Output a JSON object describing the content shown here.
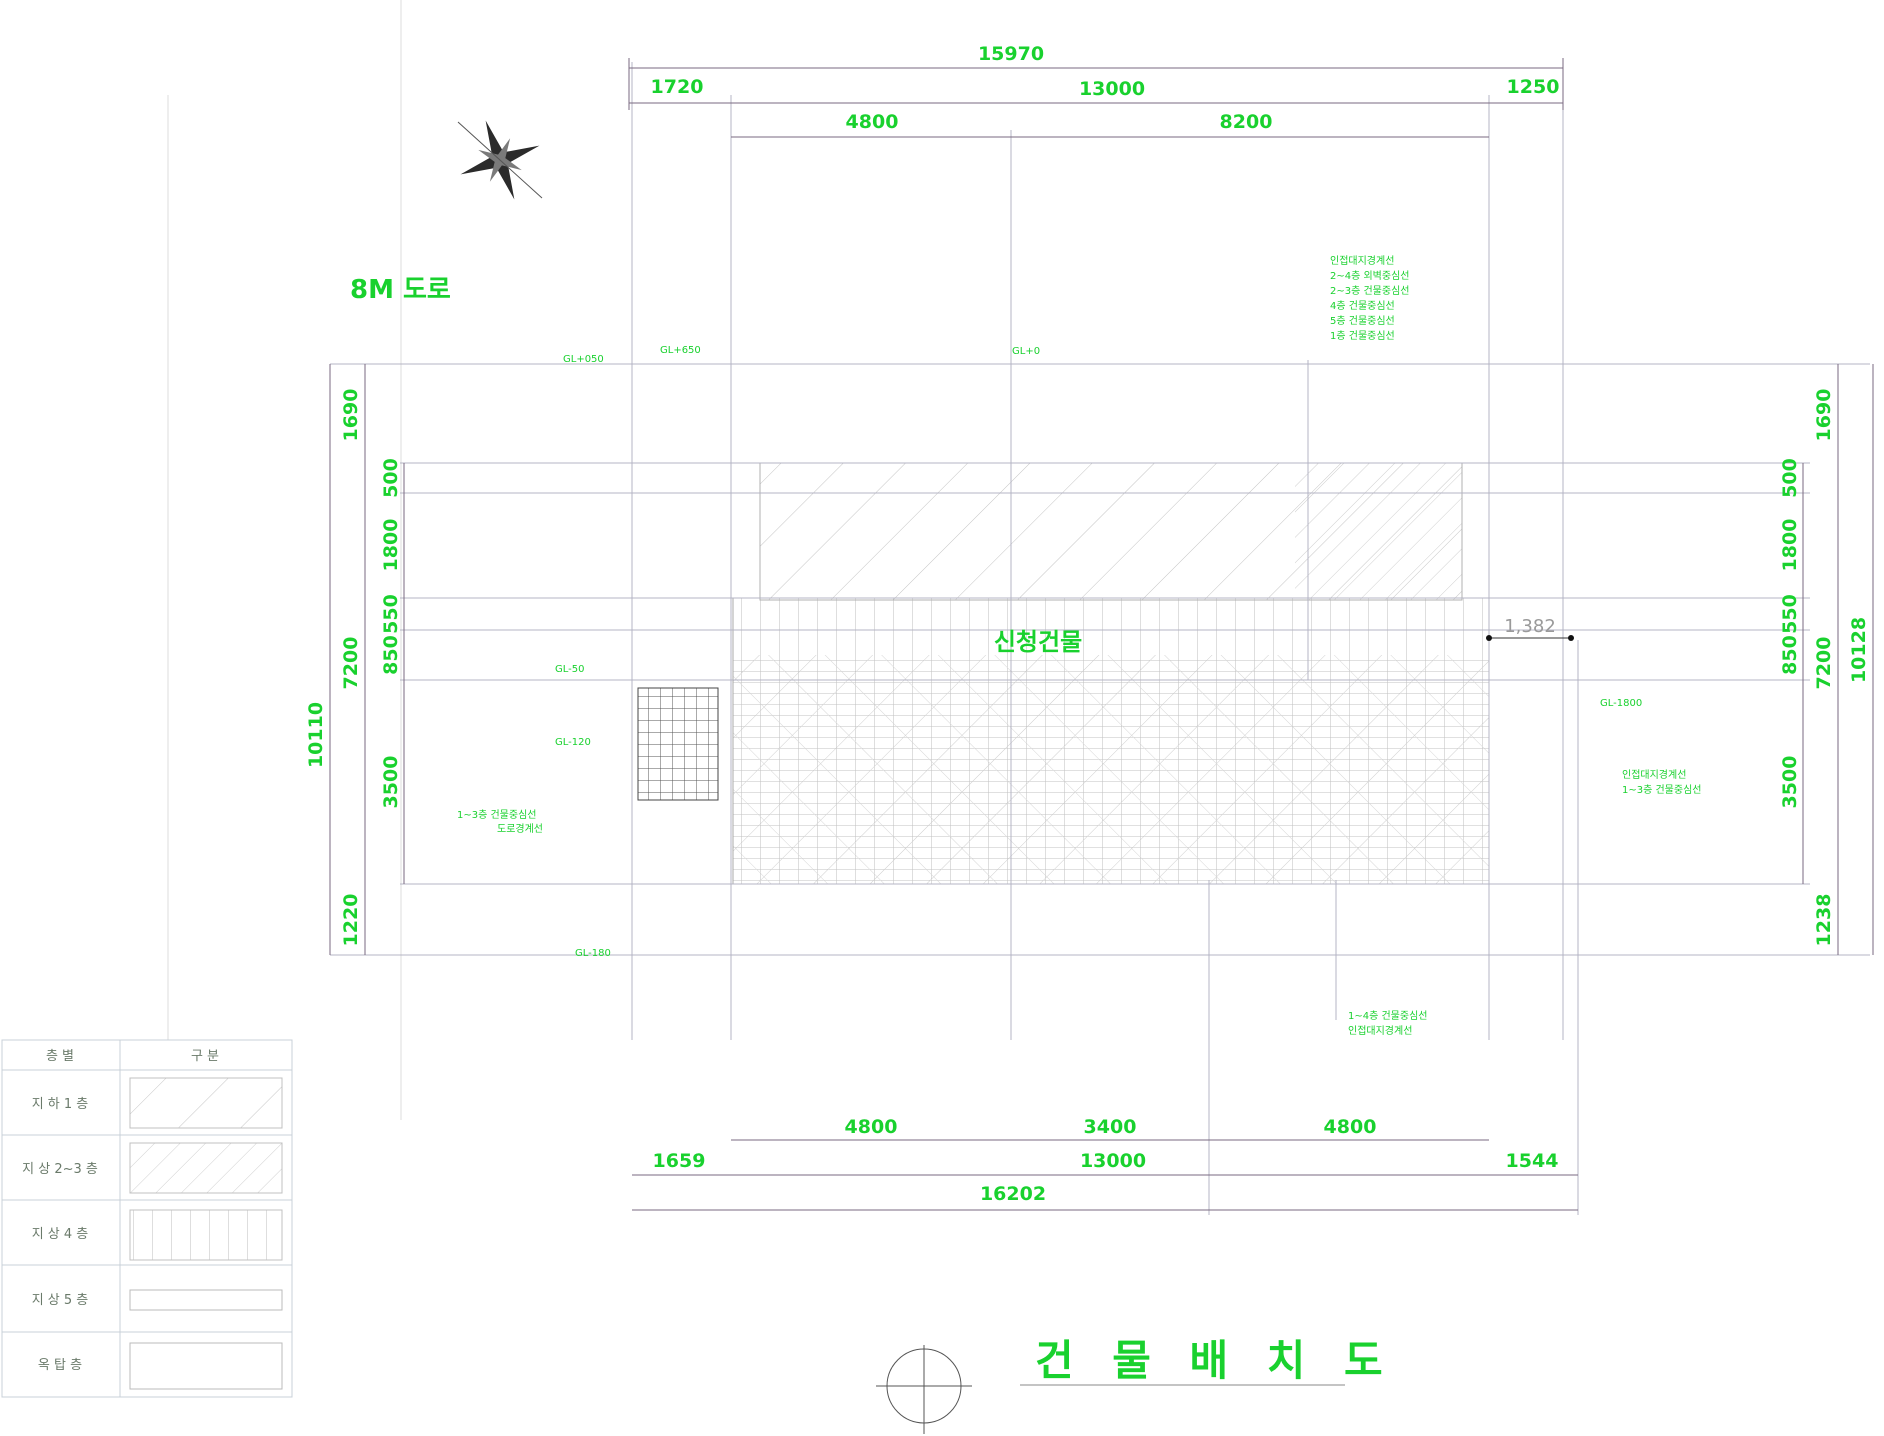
{
  "title": "건 물 배 치 도",
  "road_label": "8M 도로",
  "building_label": "신청건물",
  "offset_label": "1,382",
  "colors": {
    "accent": "#19d12e",
    "line": "#b4b4c4",
    "dim_line": "#7a6a80"
  },
  "top_dims": {
    "overall": "15970",
    "left_margin": "1720",
    "middle": "13000",
    "right_margin": "1250",
    "bay1": "4800",
    "bay2": "8200"
  },
  "bottom_dims": {
    "bay1": "4800",
    "bay2": "3400",
    "bay3": "4800",
    "left_margin": "1659",
    "middle": "13000",
    "right_margin": "1544",
    "overall": "16202"
  },
  "left_dims": {
    "overall": "10110",
    "seg_top": "1690",
    "mid": "7200",
    "seg_bottom": "1220",
    "s1": "500",
    "s2": "1800",
    "s3": "550",
    "s4": "850",
    "s5": "3500"
  },
  "right_dims": {
    "overall": "10128",
    "seg_top": "1690",
    "mid": "7200",
    "seg_bottom": "1238",
    "s1": "500",
    "s2": "1800",
    "s3": "550",
    "s4": "850",
    "s5": "3500"
  },
  "gl_marks": [
    "GL+050",
    "GL+650",
    "GL+0",
    "GL-50",
    "GL-120",
    "GL-180",
    "GL-1800"
  ],
  "notes": {
    "top_right": [
      "인접대지경계선",
      "2~4층 외벽중심선",
      "2~3층 건물중심선",
      "4층 건물중심선",
      "5층 건물중심선",
      "1층 건물중심선"
    ],
    "left": [
      "1~3층 건물중심선",
      "도로경계선"
    ],
    "right": [
      "인접대지경계선",
      "1~3층 건물중심선"
    ],
    "bottom": [
      "1~4층 건물중심선",
      "인접대지경계선"
    ]
  },
  "legend": {
    "headers": [
      "층 별",
      "구 분"
    ],
    "rows": [
      "지 하 1 층",
      "지 상 2~3 층",
      "지 상 4 층",
      "지 상 5 층",
      "옥 탑 층"
    ]
  }
}
